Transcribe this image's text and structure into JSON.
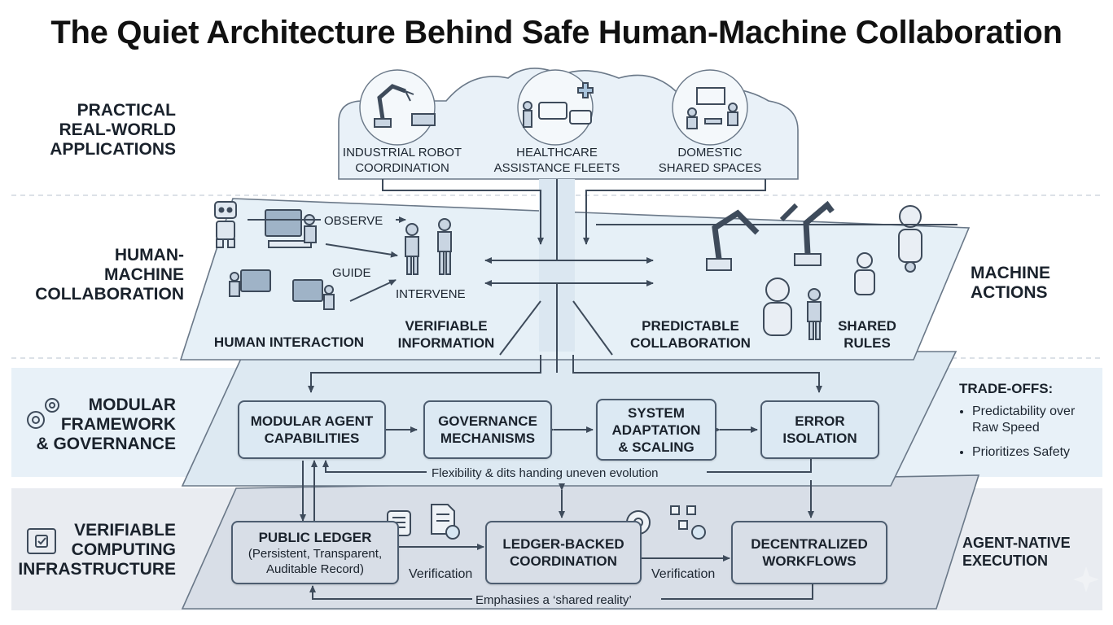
{
  "title": "The Quiet Architecture Behind Safe Human-Machine Collaboration",
  "tiers": {
    "applications": [
      "PRACTICAL",
      "REAL-WORLD",
      "APPLICATIONS"
    ],
    "collaboration": [
      "HUMAN-",
      "MACHINE",
      "COLLABORATION"
    ],
    "framework": [
      "MODULAR",
      "FRAMEWORK",
      "& GOVERNANCE"
    ],
    "infrastructure": [
      "VERIFIABLE",
      "COMPUTING",
      "INFRASTRUCTURE"
    ]
  },
  "applications": [
    {
      "line1": "INDUSTRIAL ROBOT",
      "line2": "COORDINATION",
      "icon": "industrial-robot-icon"
    },
    {
      "line1": "HEALTHCARE",
      "line2": "ASSISTANCE FLEETS",
      "icon": "healthcare-fleet-icon"
    },
    {
      "line1": "DOMESTIC",
      "line2": "SHARED SPACES",
      "icon": "domestic-space-icon"
    }
  ],
  "collaboration": {
    "observe": "OBSERVE",
    "guide": "GUIDE",
    "intervene": "INTERVENE",
    "human_interaction": "HUMAN INTERACTION",
    "verifiable_information": [
      "VERIFIABLE",
      "INFORMATION"
    ],
    "predictable_collaboration": [
      "PREDICTABLE",
      "COLLABORATION"
    ],
    "shared_rules": [
      "SHARED",
      "RULES"
    ],
    "machine_actions": [
      "MACHINE",
      "ACTIONS"
    ]
  },
  "framework": {
    "boxes": [
      [
        "MODULAR AGENT",
        "CAPABILITIES"
      ],
      [
        "GOVERNANCE",
        "MECHANISMS"
      ],
      [
        "SYSTEM",
        "ADAPTATION",
        "& SCALING"
      ],
      [
        "ERROR",
        "ISOLATION"
      ]
    ],
    "feedback_label": "Flexibility & dits handing uneven evolution",
    "tradeoffs_title": "TRADE-OFFS:",
    "tradeoffs": [
      "Predictability over Raw Speed",
      "Prioritizes Safety"
    ]
  },
  "infrastructure": {
    "public_ledger": {
      "title": "PUBLIC LEDGER",
      "detail": [
        "(Persistent, Transparent,",
        "Auditable Record)"
      ]
    },
    "ledger_backed": [
      "LEDGER-BACKED",
      "COORDINATION"
    ],
    "decentralized": [
      "DECENTRALIZED",
      "WORKFLOWS"
    ],
    "verification_left": "Verification",
    "verification_right": "Verification",
    "bottom_label": "Emphasiıes a ‘shared reality’",
    "agent_native": [
      "AGENT-NATIVE",
      "EXECUTION"
    ]
  },
  "colors": {
    "plane_light": "#e6f0f7",
    "plane_framework": "#dde9f2",
    "plane_infra": "#dfe4ec",
    "band_framework": "#e8f1f8",
    "band_infra": "#e9ecf1",
    "line": "#3e4b5b"
  }
}
